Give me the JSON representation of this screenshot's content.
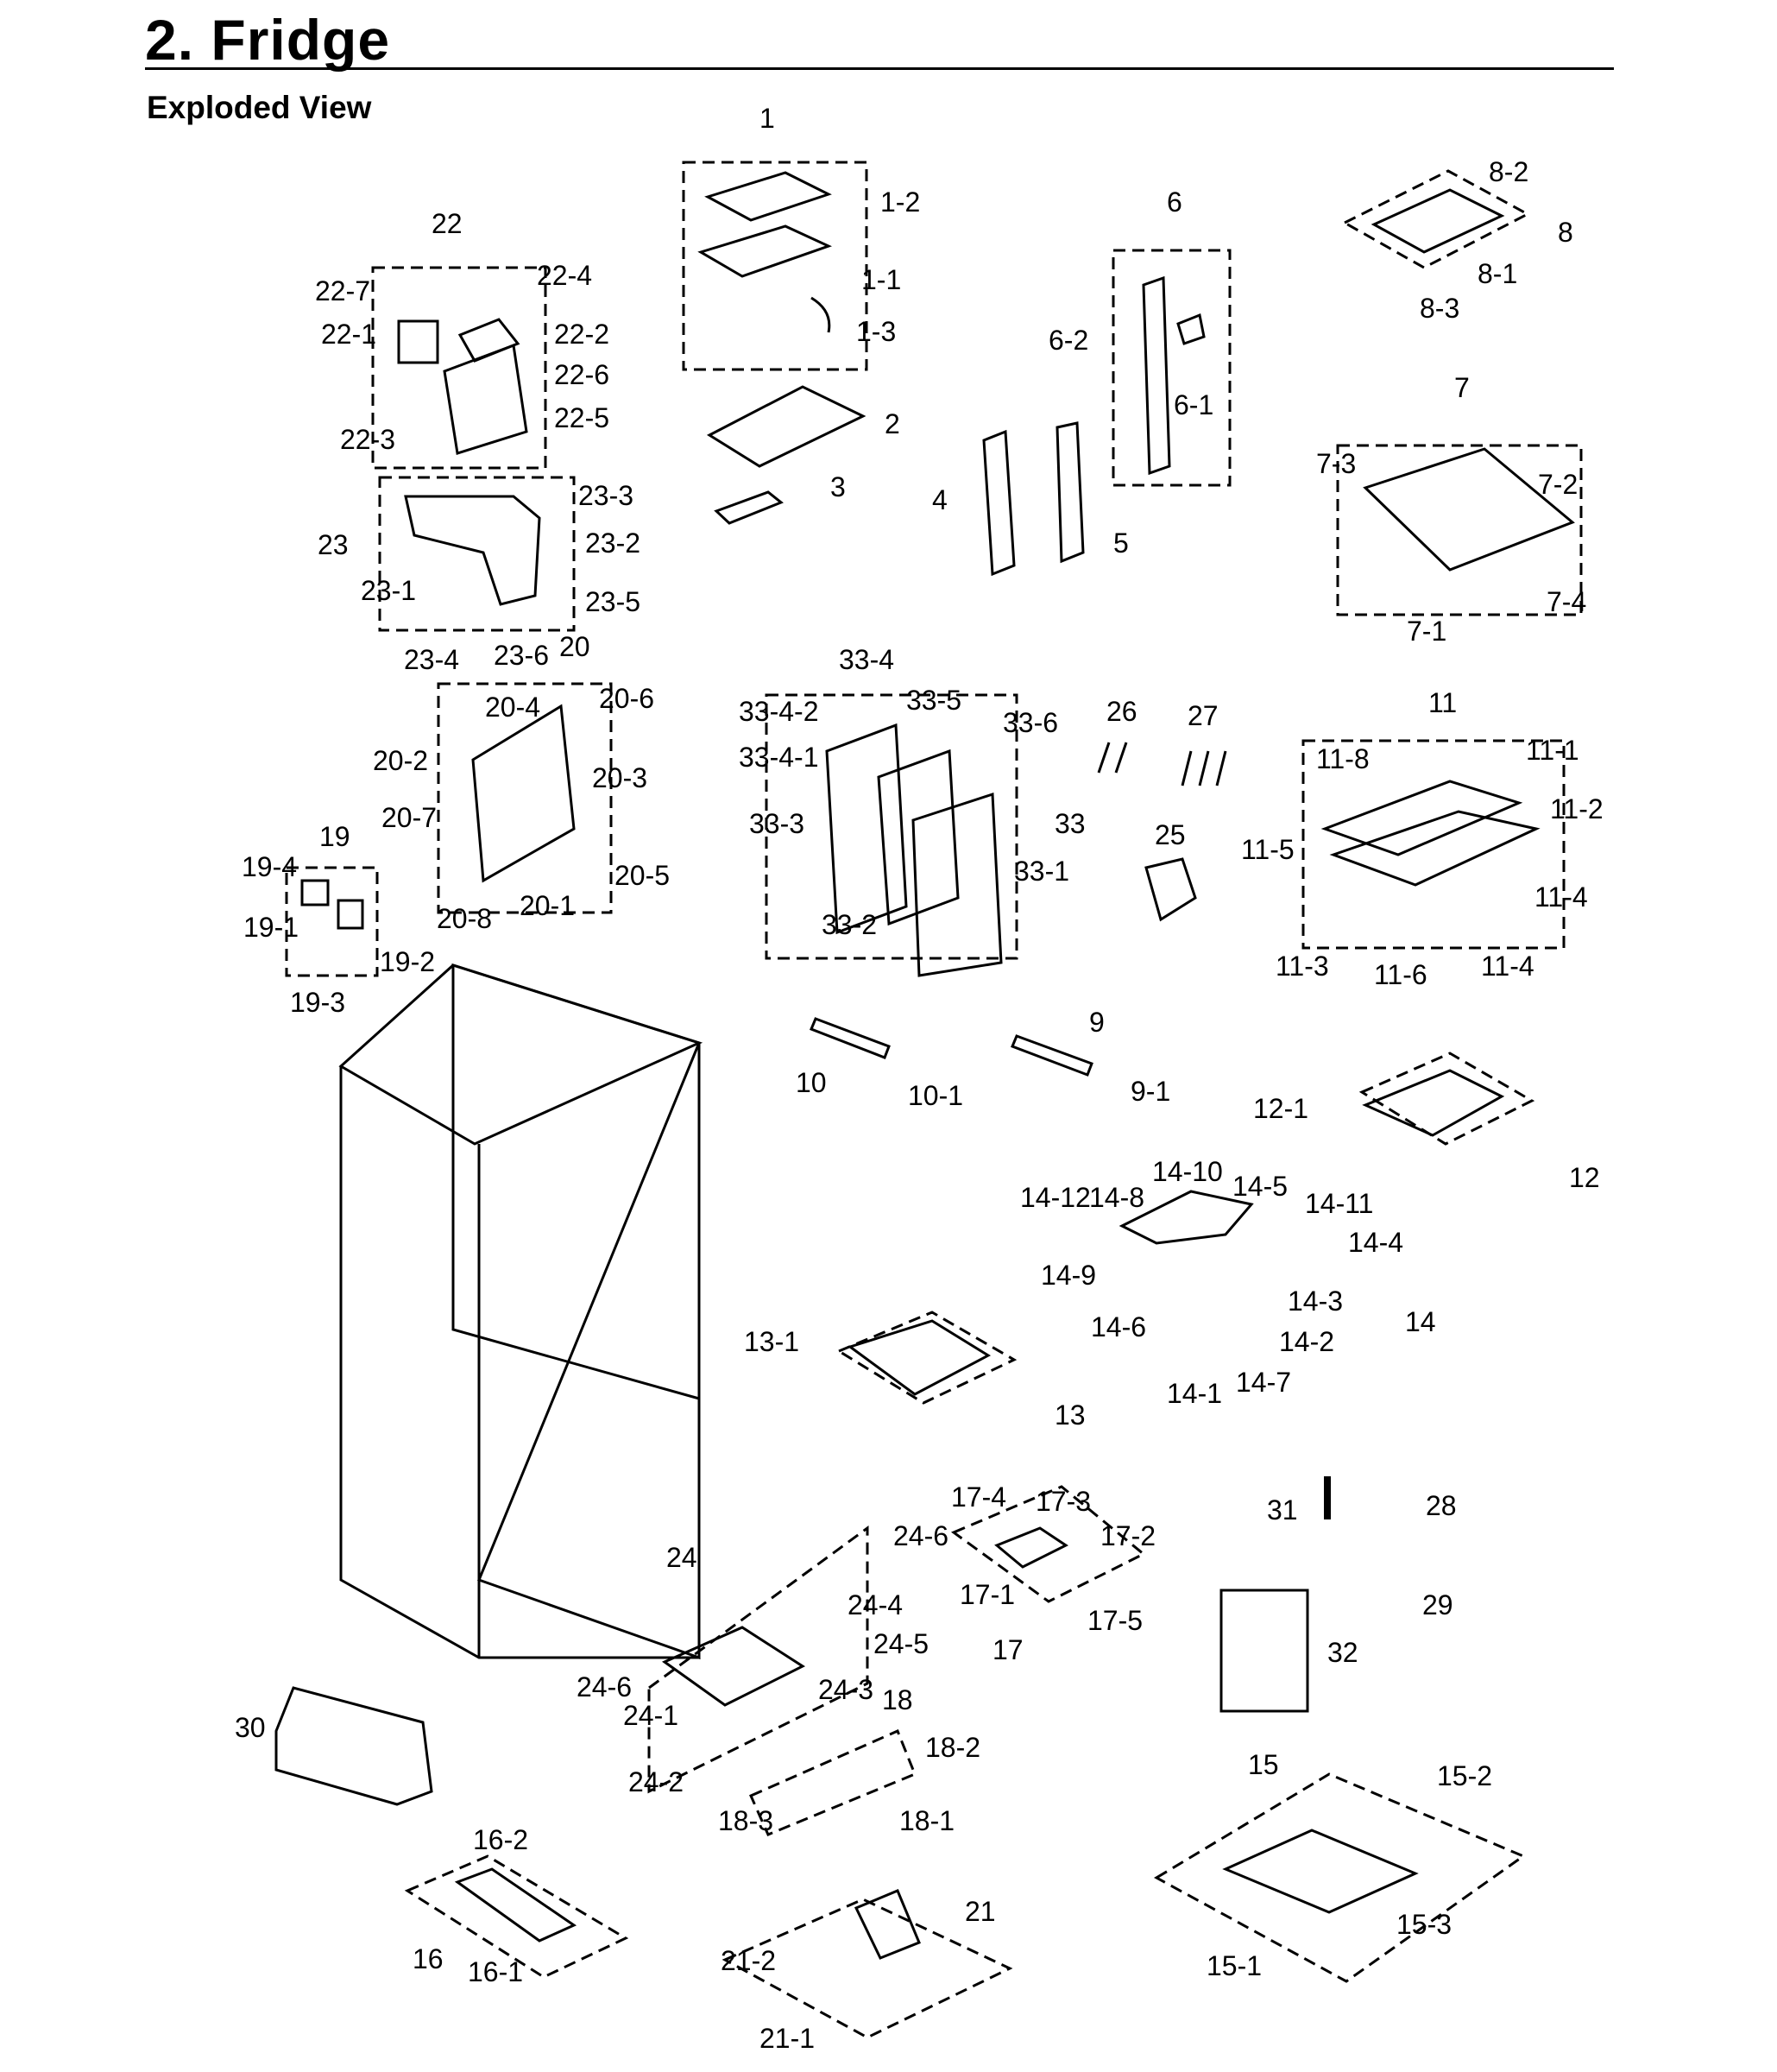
{
  "header": {
    "section_title": "2.  Fridge",
    "subtitle": "Exploded View"
  },
  "diagram": {
    "label_top": [
      "1",
      "1-2",
      "1-1",
      "1-3",
      "2",
      "3",
      "4",
      "5",
      "6",
      "6-2",
      "6-1",
      "8-2",
      "8",
      "8-1",
      "8-3",
      "7",
      "7-3",
      "7-2",
      "7-4",
      "7-1"
    ],
    "label_left": [
      "22",
      "22-7",
      "22-4",
      "22-1",
      "22-2",
      "22-6",
      "22-5",
      "22-3",
      "23",
      "23-3",
      "23-2",
      "23-1",
      "23-5",
      "23-4",
      "23-6",
      "20",
      "20-4",
      "20-6",
      "20-2",
      "20-3",
      "20-7",
      "20-5",
      "20-8",
      "20-1",
      "19",
      "19-4",
      "19-1",
      "19-2",
      "19-3"
    ],
    "label_mid": [
      "33-4",
      "33-4-2",
      "33-5",
      "33-6",
      "33-4-1",
      "33-3",
      "33",
      "33-1",
      "33-2",
      "26",
      "27",
      "25",
      "11",
      "11-8",
      "11-1",
      "11-2",
      "11-5",
      "11-4",
      "11-3",
      "11-6",
      "11-4",
      "10",
      "10-1",
      "9",
      "9-1",
      "12-1",
      "12"
    ],
    "label_drawers": [
      "14-10",
      "14-12",
      "14-8",
      "14-5",
      "14-11",
      "14-4",
      "14-9",
      "14-3",
      "14",
      "14-6",
      "14-2",
      "14-1",
      "14-7",
      "13-1",
      "13"
    ],
    "label_bottom": [
      "31",
      "28",
      "29",
      "32",
      "17-4",
      "17-3",
      "17-2",
      "17-1",
      "17-5",
      "17",
      "24",
      "24-6",
      "24-4",
      "24-5",
      "24-6",
      "24-1",
      "24-3",
      "18",
      "18-2",
      "24-2",
      "18-3",
      "18-1",
      "30",
      "15",
      "15-2",
      "15-1",
      "15-3",
      "16-2",
      "16",
      "16-1",
      "21",
      "21-2",
      "21-1"
    ]
  }
}
